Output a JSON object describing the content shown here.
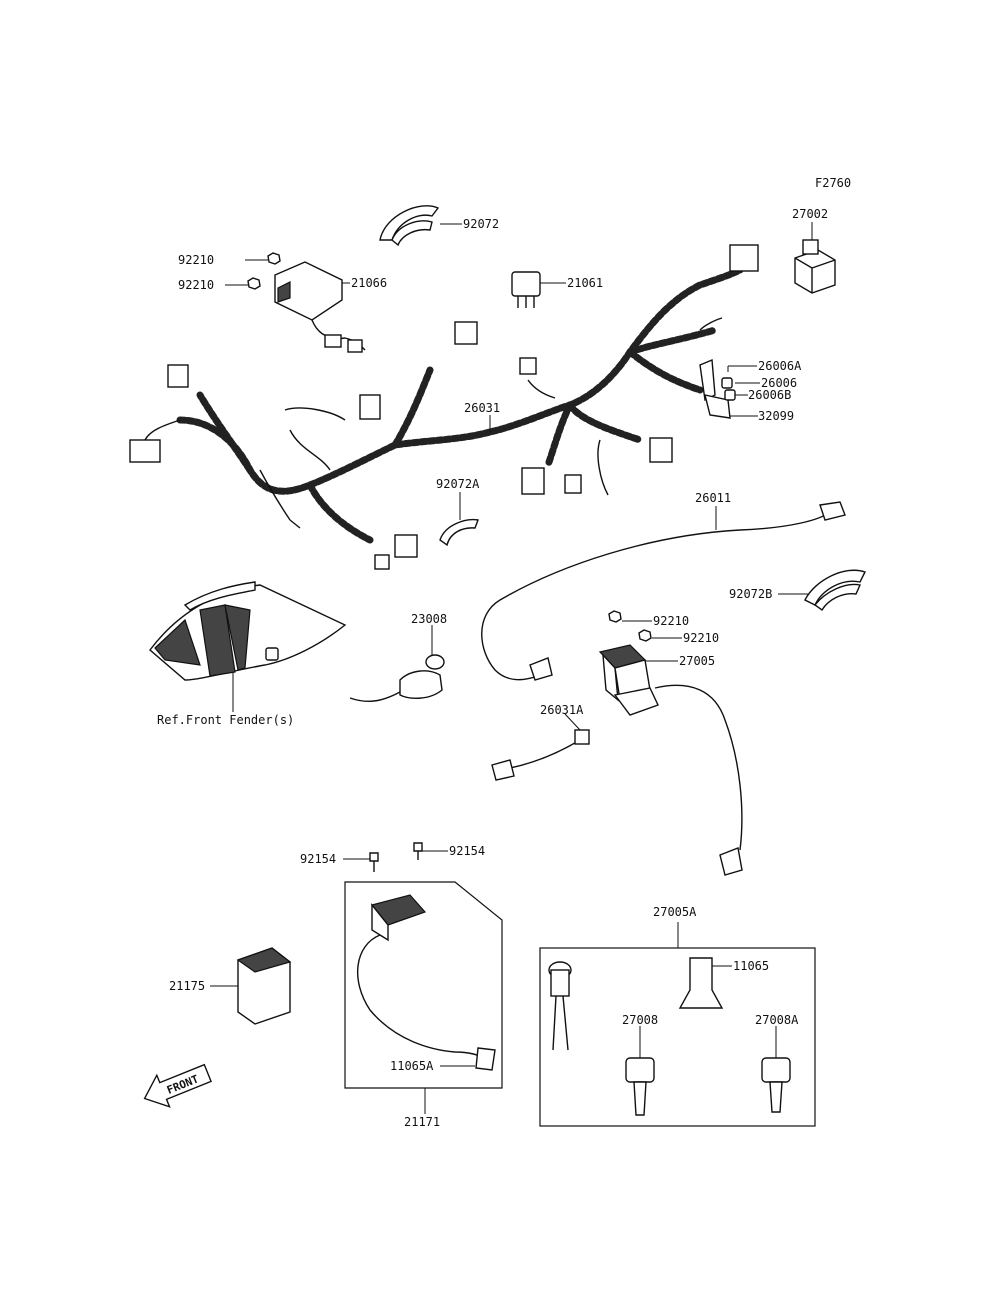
{
  "figure_code": "F2760",
  "labels": {
    "l27002": "27002",
    "l92072": "92072",
    "l92210a": "92210",
    "l92210b": "92210",
    "l21066": "21066",
    "l21061": "21061",
    "l26006A": "26006A",
    "l26006": "26006",
    "l26006B": "26006B",
    "l32099": "32099",
    "l26031": "26031",
    "l92072A": "92072A",
    "l26011": "26011",
    "l92072B": "92072B",
    "l23008": "23008",
    "l92210c": "92210",
    "l92210d": "92210",
    "l27005": "27005",
    "lFender": "Ref.Front Fender(s)",
    "l26031A": "26031A",
    "l92154a": "92154",
    "l92154b": "92154",
    "l27005A": "27005A",
    "l11065": "11065",
    "l21175": "21175",
    "l27008": "27008",
    "l27008A": "27008A",
    "l11065A": "11065A",
    "l21171": "21171",
    "front_arrow": "FRONT"
  }
}
